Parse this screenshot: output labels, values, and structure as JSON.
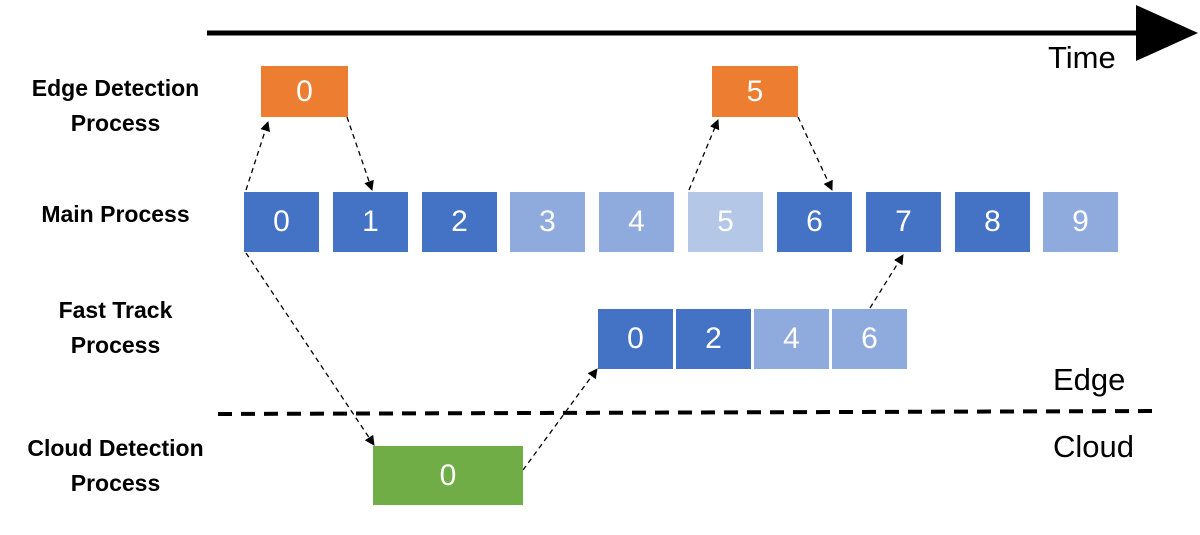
{
  "timeline": {
    "label": "Time"
  },
  "rows": {
    "edge_detection": {
      "label_line1": "Edge Detection",
      "label_line2": "Process",
      "frames": [
        {
          "value": "0"
        },
        {
          "value": "5"
        }
      ]
    },
    "main": {
      "label": "Main Process",
      "frames": [
        {
          "value": "0",
          "shade": "dark"
        },
        {
          "value": "1",
          "shade": "dark"
        },
        {
          "value": "2",
          "shade": "dark"
        },
        {
          "value": "3",
          "shade": "mid"
        },
        {
          "value": "4",
          "shade": "mid"
        },
        {
          "value": "5",
          "shade": "light"
        },
        {
          "value": "6",
          "shade": "dark"
        },
        {
          "value": "7",
          "shade": "dark"
        },
        {
          "value": "8",
          "shade": "dark"
        },
        {
          "value": "9",
          "shade": "mid"
        }
      ]
    },
    "fast_track": {
      "label_line1": "Fast Track",
      "label_line2": "Process",
      "frames": [
        {
          "value": "0",
          "shade": "dark"
        },
        {
          "value": "2",
          "shade": "dark"
        },
        {
          "value": "4",
          "shade": "mid"
        },
        {
          "value": "6",
          "shade": "mid"
        }
      ]
    },
    "cloud_detection": {
      "label_line1": "Cloud Detection",
      "label_line2": "Process",
      "frames": [
        {
          "value": "0"
        }
      ]
    }
  },
  "regions": {
    "edge": "Edge",
    "cloud": "Cloud"
  },
  "colors": {
    "dark": "#4472c4",
    "mid": "#8faadc",
    "light": "#b4c7e7",
    "orange": "#ed7d31",
    "green": "#70ad47"
  }
}
